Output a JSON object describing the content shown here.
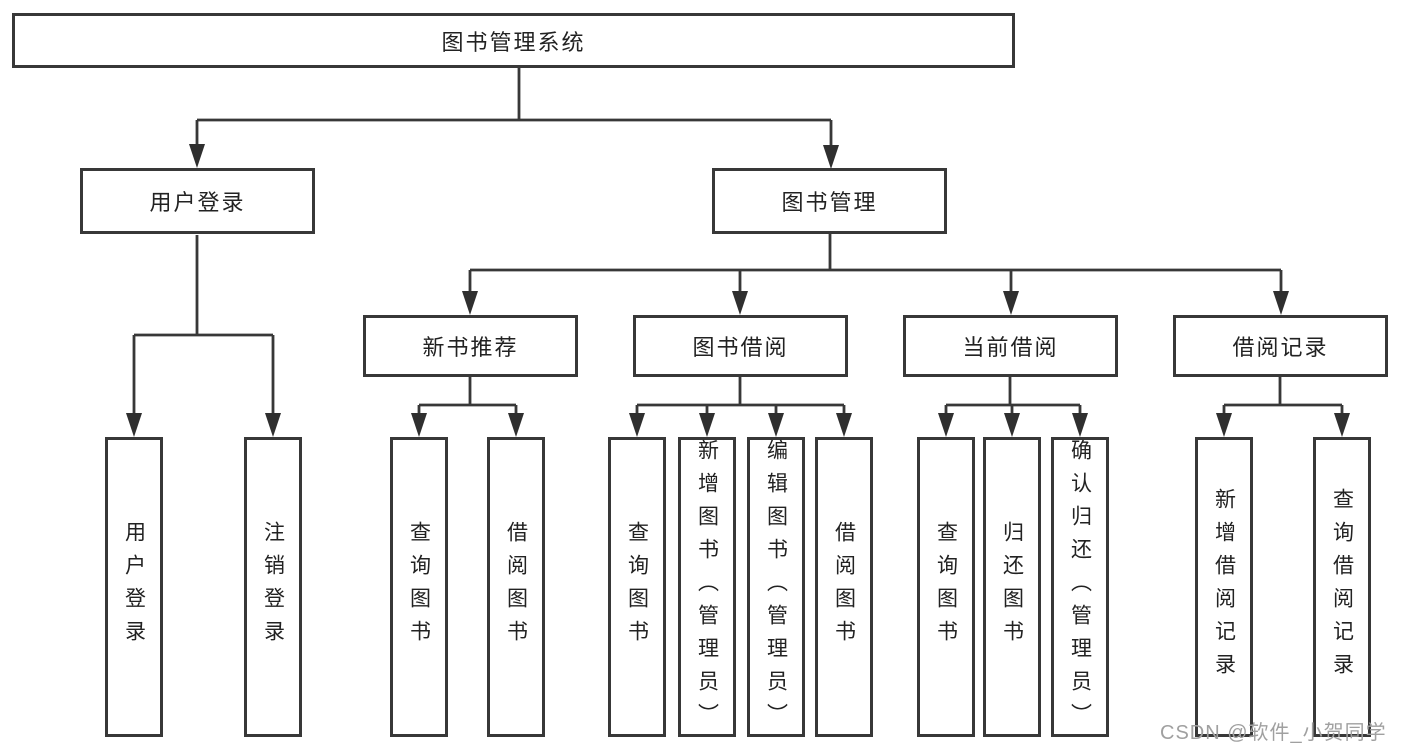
{
  "diagram": {
    "title": "图书管理系统",
    "branches": [
      {
        "label": "用户登录",
        "leaves": [
          "用户登录",
          "注销登录"
        ]
      },
      {
        "label": "图书管理",
        "sections": [
          {
            "label": "新书推荐",
            "leaves": [
              "查询图书",
              "借阅图书"
            ]
          },
          {
            "label": "图书借阅",
            "leaves": [
              "查询图书",
              "新增图书（管理员）",
              "编辑图书（管理员）",
              "借阅图书"
            ]
          },
          {
            "label": "当前借阅",
            "leaves": [
              "查询图书",
              "归还图书",
              "确认归还（管理员）"
            ]
          },
          {
            "label": "借阅记录",
            "leaves": [
              "新增借阅记录",
              "查询借阅记录"
            ]
          }
        ]
      }
    ]
  },
  "watermark": {
    "text": "CSDN @软件_小贺同学"
  },
  "colors": {
    "line": "#383838",
    "arrow": "#2f2f2f",
    "box_border": "#383838",
    "text": "#222222",
    "watermark": "#a0a0a0",
    "background": "#ffffff"
  }
}
